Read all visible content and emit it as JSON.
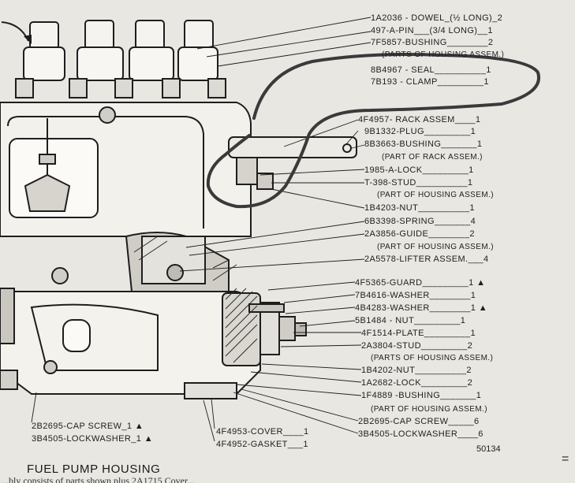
{
  "caption": "FUEL PUMP HOUSING",
  "figure_number": "50134",
  "cut_text": "...bly consists of parts shown plus 2A1715 Cover...",
  "edge_mark": "=",
  "colors": {
    "paper": "#e9e7e2",
    "ink": "#1e1e1e",
    "marker": "#3a3a3a"
  },
  "parts": [
    "1A2036 - DOWEL_(½ LONG)_2",
    "497-A-PIN___(3/4 LONG)__1",
    "7F5857-BUSHING________2",
    "(PARTS OF HOUSING ASSEM.)",
    "8B4967 - SEAL__________1",
    "7B193 - CLAMP_________1",
    "4F4957- RACK ASSEM____1",
    "9B1332-PLUG_________1",
    "8B3663-BUSHING_______1",
    "(PART OF RACK ASSEM.)",
    "1985-A-LOCK_________1",
    "T-398-STUD__________1",
    "(PART OF HOUSING ASSEM.)",
    "1B4203-NUT__________1",
    "6B3398-SPRING_______4",
    "2A3856-GUIDE________2",
    "(PART OF HOUSING ASSEM.)",
    "2A5578-LIFTER ASSEM.___4",
    "4F5365-GUARD_________1 ▲",
    "7B4616-WASHER________1",
    "4B4283-WASHER________1 ▲",
    "5B1484 - NUT_________1",
    "4F1514-PLATE_________1",
    "2A3804-STUD_________2",
    "(PARTS OF HOUSING ASSEM.)",
    "1B4202-NUT__________2",
    "1A2682-LOCK_________2",
    "1F4889 -BUSHING_______1",
    "(PART OF HOUSING ASSEM.)",
    "2B2695-CAP SCREW_____6",
    "3B4505-LOCKWASHER____6"
  ],
  "bottom_left": [
    "2B2695-CAP SCREW_1 ▲",
    "3B4505-LOCKWASHER_1 ▲"
  ],
  "bottom_mid": [
    "4F4953-COVER____1",
    "4F4952-GASKET___1"
  ]
}
